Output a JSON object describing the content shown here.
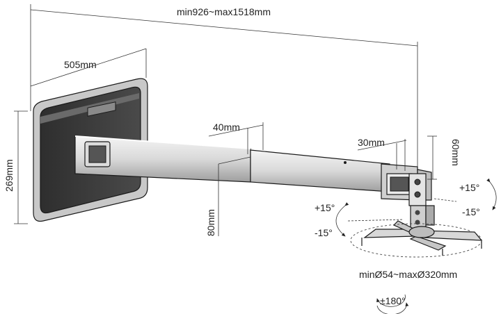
{
  "dimensions": {
    "total_length": "min926~max1518mm",
    "plate_width": "505mm",
    "plate_height": "269mm",
    "arm_width": "40mm",
    "arm_drop": "80mm",
    "head_width": "30mm",
    "head_height": "60mm",
    "mount_diameter": "minØ54~maxØ320mm"
  },
  "angles": {
    "tilt_plus": "+15°",
    "tilt_minus": "-15°",
    "swivel_plus": "+15°",
    "swivel_minus": "-15°",
    "rotation": "±180°"
  },
  "colors": {
    "line": "#1a1a1a",
    "plate_body": "#3a3a3a",
    "plate_frame": "#bdbdbd",
    "arm_fill": "#e6e6e6",
    "window": "#5a5a5a"
  }
}
